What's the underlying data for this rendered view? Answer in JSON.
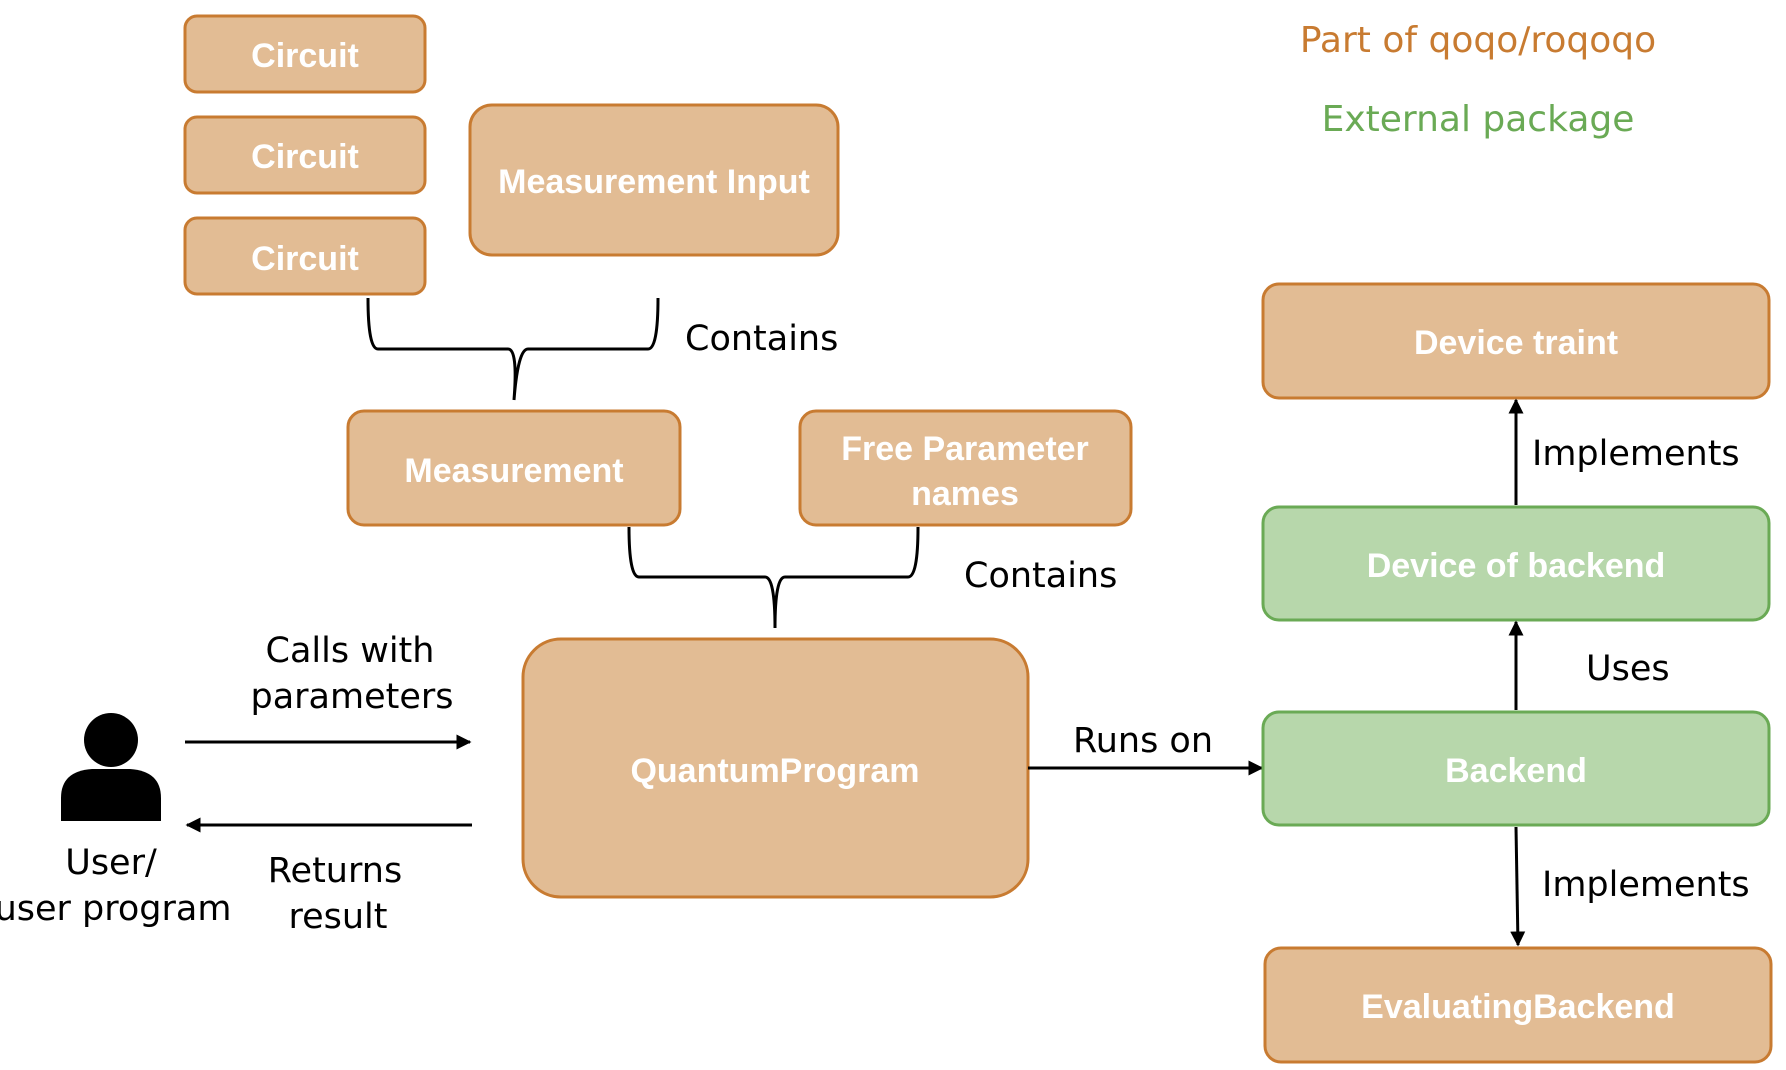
{
  "colors": {
    "internal_fill": "#e2bc94",
    "internal_stroke": "#c87b31",
    "external_fill": "#b7d7ab",
    "external_stroke": "#6aaa55",
    "legend_internal": "#c87b31",
    "legend_external": "#6aaa55"
  },
  "legend": {
    "internal": "Part of qoqo/roqoqo",
    "external": "External package"
  },
  "nodes": {
    "circuit_1": "Circuit",
    "circuit_2": "Circuit",
    "circuit_3": "Circuit",
    "measurement_input": "Measurement Input",
    "measurement": "Measurement",
    "free_parameter_line1": "Free Parameter",
    "free_parameter_line2": "names",
    "quantum_program": "QuantumProgram",
    "device_traint": "Device traint",
    "device_of_backend": "Device of backend",
    "backend": "Backend",
    "evaluating_backend": "EvaluatingBackend"
  },
  "edge_labels": {
    "contains_1": "Contains",
    "contains_2": "Contains",
    "calls_line1": "Calls with",
    "calls_line2": "parameters",
    "returns_line1": "Returns",
    "returns_line2": "result",
    "runs_on": "Runs on",
    "implements_1": "Implements",
    "uses": "Uses",
    "implements_2": "Implements"
  },
  "user": {
    "icon": "user-icon",
    "label_line1": "User/",
    "label_line2": "user program"
  }
}
